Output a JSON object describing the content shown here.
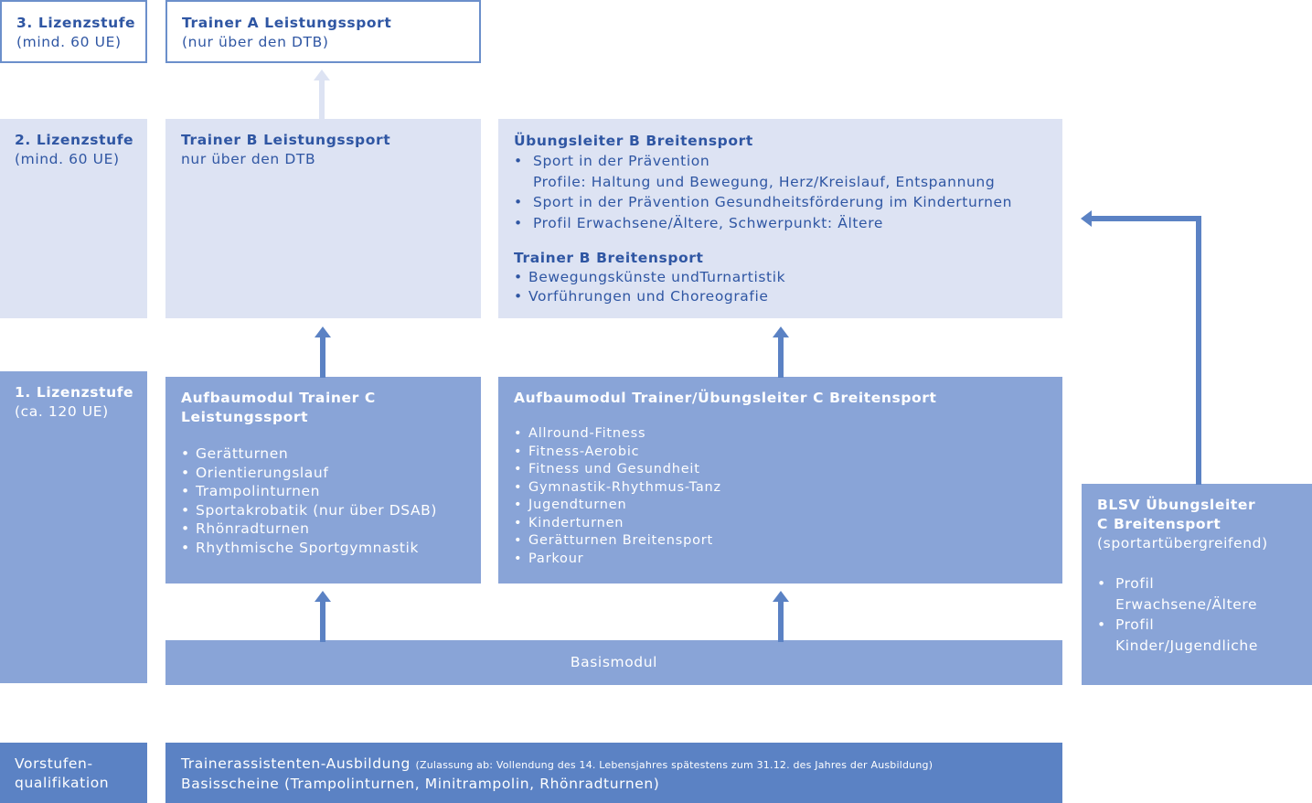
{
  "level3": {
    "label_title": "3. Lizenzstufe",
    "label_sub": "(mind. 60 UE)",
    "trainer_a": {
      "title": "Trainer A Leistungssport",
      "sub": "(nur über den DTB)"
    }
  },
  "level2": {
    "label_title": "2. Lizenzstufe",
    "label_sub": "(mind. 60 UE)",
    "trainer_b_leistung": {
      "title": "Trainer B Leistungssport",
      "sub": "nur über den DTB"
    },
    "breitensport": {
      "uebungsleiter_title": "Übungsleiter B Breitensport",
      "item1": "Sport in der Prävention",
      "item1_detail": "Profile: Haltung und Bewegung, Herz/Kreislauf, Entspannung",
      "item2": "Sport in der Prävention Gesundheitsförderung im Kinderturnen",
      "item3": "Profil Erwachsene/Ältere, Schwerpunkt: Ältere",
      "trainer_title": "Trainer B Breitensport",
      "trainer_items": [
        "Bewegungskünste undTurnartistik",
        "Vorführungen und Choreografie"
      ]
    }
  },
  "level1": {
    "label_title": "1. Lizenzstufe",
    "label_sub": "(ca. 120 UE)",
    "aufbau_leistung": {
      "title": "Aufbaumodul Trainer C Leistungssport",
      "items": [
        "Gerätturnen",
        "Orientierungslauf",
        "Trampolinturnen",
        "Sportakrobatik (nur über DSAB)",
        "Rhönradturnen",
        "Rhythmische Sportgymnastik"
      ]
    },
    "aufbau_breiten": {
      "title": "Aufbaumodul Trainer/Übungsleiter C Breitensport",
      "items": [
        "Allround-Fitness",
        "Fitness-Aerobic",
        "Fitness und Gesundheit",
        "Gymnastik-Rhythmus-Tanz",
        "Jugendturnen",
        "Kinderturnen",
        "Gerätturnen Breitensport",
        "Parkour"
      ]
    },
    "basismodul": "Basismodul",
    "blsv": {
      "title_line1": "BLSV Übungsleiter",
      "title_line2": "C Breitensport",
      "sub": "(sportartübergreifend)",
      "items": [
        "Profil",
        "Erwachsene/Ältere",
        "Profil",
        "Kinder/Jugendliche"
      ]
    }
  },
  "prequal": {
    "label_line1": "Vorstufen-",
    "label_line2": "qualifikation",
    "main": "Trainerassistenten-Ausbildung",
    "note": "(Zulassung ab: Vollendung des 14. Lebensjahres spätestens zum 31.12. des Jahres der Ausbildung)",
    "line2": "Basisscheine (Trampolinturnen, Minitrampolin, Rhönradturnen)"
  },
  "colors": {
    "level3_border": "#6b8fcb",
    "level2_fill": "#dde3f3",
    "level1_fill": "#89a4d7",
    "prequal_fill": "#5b82c4",
    "dark_text": "#2f56a3",
    "arrow_light": "#dde3f3",
    "arrow_mid": "#5b82c4"
  }
}
